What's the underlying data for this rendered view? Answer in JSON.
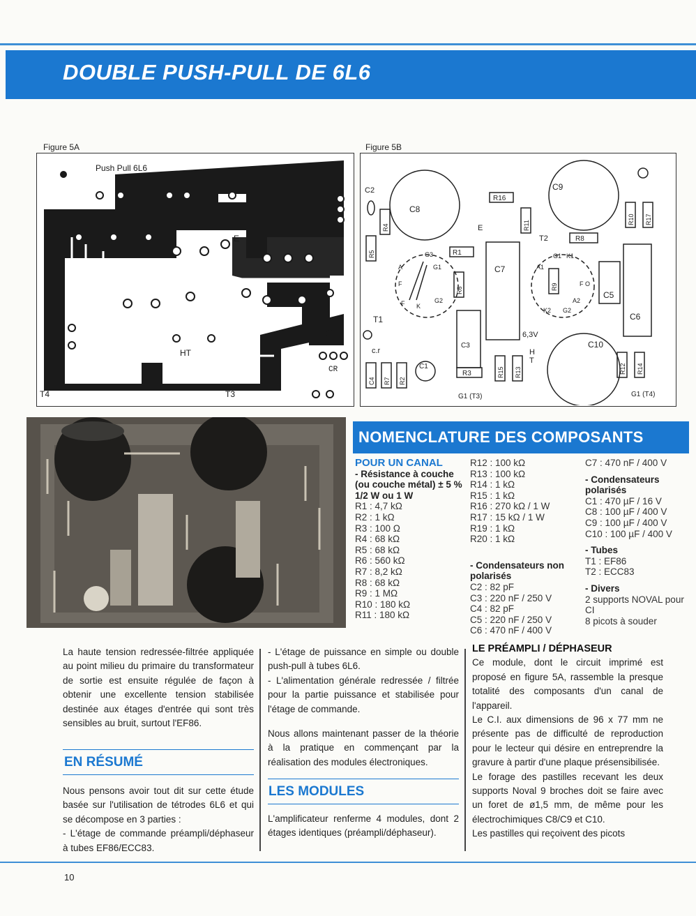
{
  "header": {
    "title": "DOUBLE PUSH-PULL DE 6L6"
  },
  "figures": {
    "fig5a": {
      "label": "Figure 5A",
      "board_title": "Push Pull 6L6",
      "labels": {
        "e": "E",
        "ht": "HT",
        "cr": "CR",
        "t4": "T4",
        "t3": "T3"
      }
    },
    "fig5b": {
      "label": "Figure 5B",
      "labels": {
        "c2": "C2",
        "r4": "R4",
        "c8": "C8",
        "r16": "R16",
        "r11": "R11",
        "c9": "C9",
        "r10": "R10",
        "r17": "R17",
        "r5": "R5",
        "r1": "R1",
        "e": "E",
        "t2": "T2",
        "r8": "R8",
        "c7": "C7",
        "r9": "R9",
        "c5": "C5",
        "c6": "C6",
        "r6": "R6",
        "t1": "T1",
        "c3": "C3",
        "v63": "6,3V",
        "c10": "C10",
        "cr": "c.r",
        "c4": "C4",
        "r7": "R7",
        "r2": "R2",
        "c1": "C1",
        "r3": "R3",
        "r15": "R15",
        "r13": "R13",
        "h": "H",
        "t": "T",
        "r12": "R12",
        "r14": "R14",
        "g1t3": "G1 (T3)",
        "g1t4": "G1 (T4)",
        "pins": {
          "g3": "G3",
          "g1": "G1",
          "a": "A",
          "f1": "F",
          "f2": "F",
          "g2": "G2",
          "k": "K",
          "a1": "A1",
          "k1": "K1",
          "fo": "F O",
          "a2": "A2",
          "k2": "K2",
          "g2b": "G2",
          "g1b": "G1"
        }
      }
    }
  },
  "nomenclature": {
    "title": "NOMENCLATURE DES COMPOSANTS",
    "col1": {
      "heading": "POUR UN CANAL",
      "subheading": "- Résistance à couche (ou couche métal) ± 5 % 1/2 W ou 1 W",
      "items": [
        "R1 : 4,7 kΩ",
        "R2 : 1 kΩ",
        "R3 : 100 Ω",
        "R4 : 68 kΩ",
        "R5 : 68 kΩ",
        "R6 : 560 kΩ",
        "R7 : 8,2 kΩ",
        "R8 : 68 kΩ",
        "R9 : 1 MΩ",
        "R10 : 180 kΩ",
        "R11 : 180 kΩ"
      ]
    },
    "col2": {
      "items": [
        "R12 : 100 kΩ",
        "R13 : 100 kΩ",
        "R14 : 1 kΩ",
        "R15 : 1 kΩ",
        "R16 : 270 kΩ / 1 W",
        "R17 : 15 kΩ / 1 W",
        "R19 : 1 kΩ",
        "R20 : 1 kΩ"
      ],
      "subheading": "- Condensateurs non polarisés",
      "items2": [
        "C2 : 82 pF",
        "C3 : 220 nF / 250 V",
        "C4 : 82 pF",
        "C5 : 220 nF / 250 V",
        "C6 : 470 nF / 400 V"
      ]
    },
    "col3": {
      "first": "C7 : 470 nF / 400 V",
      "sub1": "- Condensateurs polarisés",
      "items1": [
        "C1 : 470 µF / 16 V",
        "C8 : 100 µF / 400 V",
        "C9 : 100 µF / 400 V",
        "C10 : 100 µF / 400 V"
      ],
      "sub2": "- Tubes",
      "items2": [
        "T1 : EF86",
        "T2 : ECC83"
      ],
      "sub3": "- Divers",
      "items3": [
        "2 supports NOVAL pour CI",
        "8 picots à souder"
      ]
    }
  },
  "body": {
    "col1": {
      "p1": "La haute tension redressée-filtrée appliquée au point milieu du primaire du transformateur de sortie est ensuite régulée de façon à obtenir une excellente tension stabilisée destinée aux étages d'entrée qui sont très sensibles au bruit, surtout l'EF86.",
      "section": "EN RÉSUMÉ",
      "p2": "Nous pensons avoir tout dit sur cette étude basée sur l'utilisation de tétrodes 6L6 et qui se décompose en 3 parties :",
      "p3": "- L'étage de commande préampli/déphaseur à tubes EF86/ECC83."
    },
    "col2": {
      "p1": "- L'étage de puissance en simple ou double push-pull à tubes 6L6.",
      "p2": "- L'alimentation générale redressée / filtrée pour la partie puissance et stabilisée pour l'étage de commande.",
      "p3": "Nous allons maintenant passer de la théorie à la pratique en commençant par la réalisation des modules électroniques.",
      "section": "LES MODULES",
      "p4": "L'amplificateur renferme 4 modules, dont 2 étages identiques (préampli/déphaseur)."
    },
    "col3": {
      "section": "LE PRÉAMPLI / DÉPHASEUR",
      "p1": "Ce module, dont le circuit imprimé est proposé en figure 5A, rassemble la presque totalité des composants d'un canal de l'appareil.",
      "p2": "Le C.I. aux dimensions de 96 x 77 mm ne présente pas de difficulté de reproduction pour le lecteur qui désire en entreprendre la gravure à partir d'une plaque présensibilisée.",
      "p3": "Le forage des pastilles recevant les deux supports Noval 9 broches doit se faire avec un foret de ø1,5 mm, de même pour les électrochimiques C8/C9 et C10.",
      "p4": "Les pastilles qui reçoivent des picots"
    }
  },
  "footer": {
    "page_number": "10"
  },
  "colors": {
    "accent": "#1b78d0",
    "copper": "#1a1a1a"
  }
}
